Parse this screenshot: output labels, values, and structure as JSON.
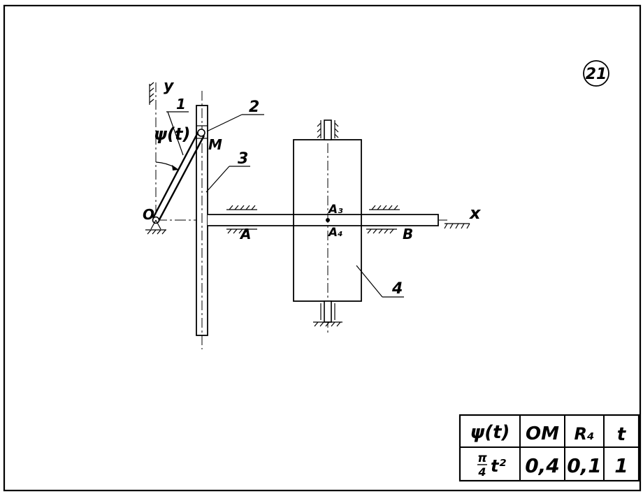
{
  "variant_number": "21",
  "labels": {
    "y_axis": "y",
    "x_axis": "x",
    "origin": "O",
    "point_m": "M",
    "point_a": "A",
    "point_b": "B",
    "point_a3": "A₃",
    "point_a4": "A₄",
    "link1": "1",
    "link2": "2",
    "link3": "3",
    "link4": "4",
    "angle": "ψ(t)"
  },
  "table": {
    "headers": [
      "ψ(t)",
      "OM",
      "R₄",
      "t"
    ],
    "row": {
      "psi_num": "π",
      "psi_den": "4",
      "psi_tail": "t²",
      "om": "0,4",
      "r4": "0,1",
      "t": "1"
    }
  }
}
